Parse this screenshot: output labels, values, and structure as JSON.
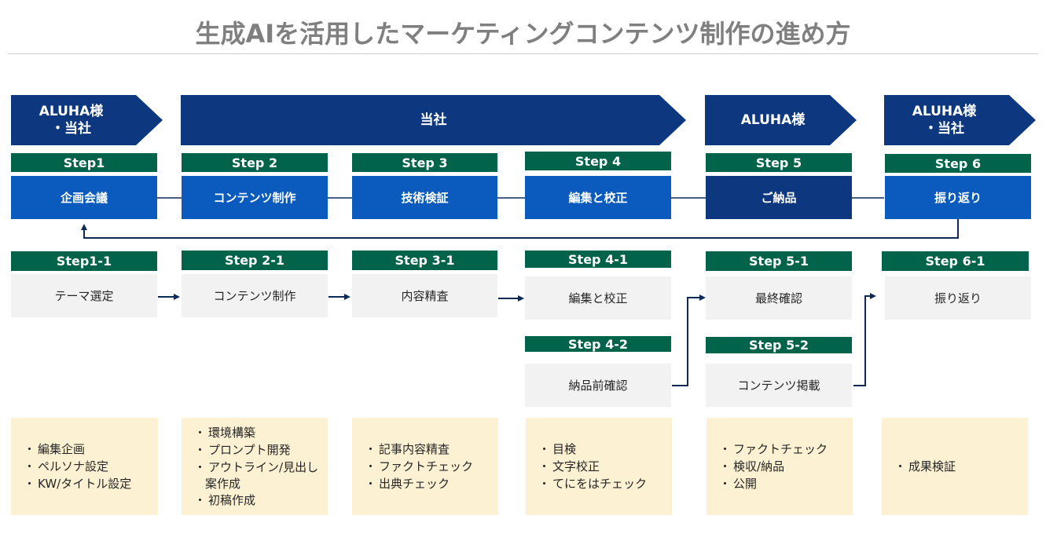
{
  "title": "生成AIを活用したマーケティングコンテンツ制作の進め方",
  "actors": [
    {
      "line1": "ALUHA様",
      "line2": "・当社"
    },
    {
      "line1": "当社",
      "line2": ""
    },
    {
      "line1": "ALUHA様",
      "line2": ""
    },
    {
      "line1": "ALUHA様",
      "line2": "・当社"
    }
  ],
  "steps": [
    {
      "label": "Step1",
      "name": "企画会議"
    },
    {
      "label": "Step 2",
      "name": "コンテンツ制作"
    },
    {
      "label": "Step 3",
      "name": "技術検証"
    },
    {
      "label": "Step 4",
      "name": "編集と校正"
    },
    {
      "label": "Step 5",
      "name": "ご納品"
    },
    {
      "label": "Step 6",
      "name": "振り返り"
    }
  ],
  "substeps": [
    {
      "label": "Step1-1",
      "name": "テーマ選定"
    },
    {
      "label": "Step 2-1",
      "name": "コンテンツ制作"
    },
    {
      "label": "Step 3-1",
      "name": "内容精査"
    },
    {
      "label": "Step 4-1",
      "name": "編集と校正"
    },
    {
      "label": "Step 4-2",
      "name": "納品前確認"
    },
    {
      "label": "Step 5-1",
      "name": "最終確認"
    },
    {
      "label": "Step 5-2",
      "name": "コンテンツ掲載"
    },
    {
      "label": "Step 6-1",
      "name": "振り返り"
    }
  ],
  "notes": [
    {
      "items": [
        "編集企画",
        "ペルソナ設定",
        "KW/タイトル設定"
      ]
    },
    {
      "items": [
        "環境構築",
        "プロンプト開発",
        "アウトライン/見出し",
        "初稿作成"
      ],
      "cont": "案作成"
    },
    {
      "items": [
        "記事内容精査",
        "ファクトチェック",
        "出典チェック"
      ]
    },
    {
      "items": [
        "目検",
        "文字校正",
        "てにをはチェック"
      ]
    },
    {
      "items": [
        "ファクトチェック",
        "検収/納品",
        "公開"
      ]
    },
    {
      "items": [
        "成果検証"
      ]
    }
  ],
  "bullet": "・",
  "colors": {
    "navy": "#0d3880",
    "blue": "#0a5bbd",
    "green": "#00634a",
    "gray": "#f2f2f2",
    "cream": "#fdf1d3",
    "line": "#0d2a55"
  }
}
